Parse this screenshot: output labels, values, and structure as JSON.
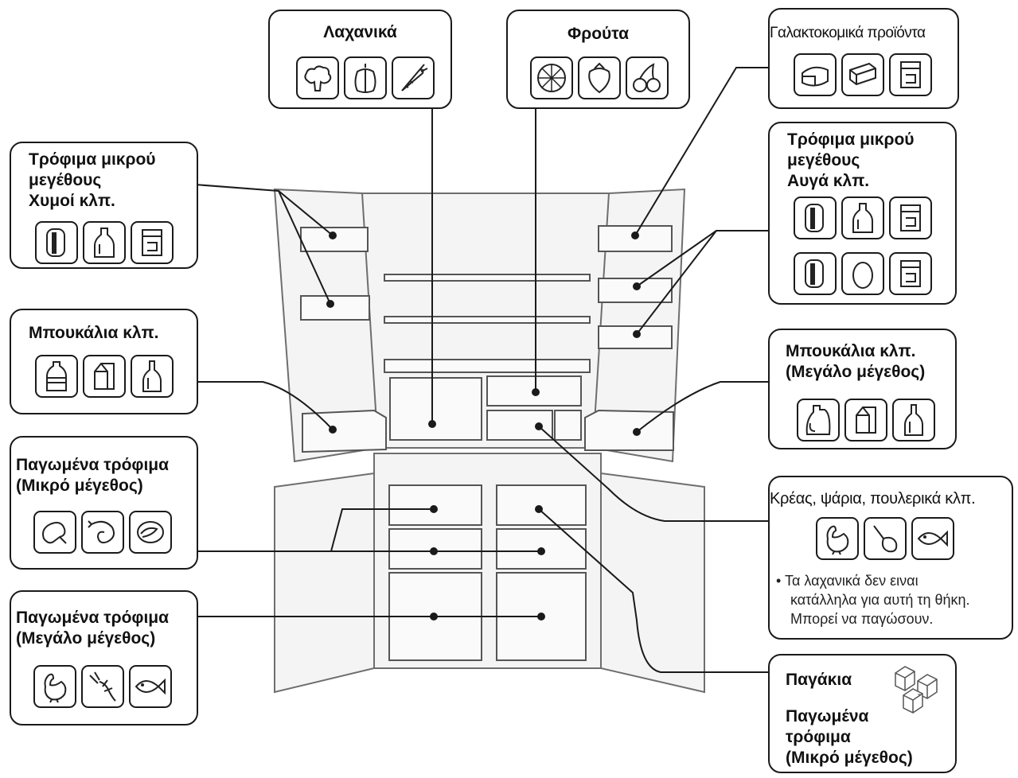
{
  "boxes": {
    "vegetables": {
      "title": "Λαχανικά",
      "icons": [
        "broccoli-icon",
        "pepper-icon",
        "carrot-icon"
      ]
    },
    "fruits": {
      "title": "Φρούτα",
      "icons": [
        "orange-slice-icon",
        "strawberry-icon",
        "cherries-icon"
      ]
    },
    "dairy": {
      "title": "Γαλακτοκομικά προϊόντα",
      "icons": [
        "cheese-icon",
        "butter-icon",
        "container-icon"
      ]
    },
    "small_food_left": {
      "title": "Τρόφιμα μικρού\nμεγέθους\nΧυμοί κλπ.",
      "icons": [
        "can-icon",
        "bottle-icon",
        "container-icon"
      ]
    },
    "small_food_right": {
      "title": "Τρόφιμα μικρού\nμεγέθους\nΑυγά κλπ.",
      "icons_row1": [
        "can-icon",
        "bottle-icon",
        "container-icon"
      ],
      "icons_row2": [
        "can-icon",
        "egg-icon",
        "container-icon"
      ]
    },
    "bottles_left": {
      "title": "Μπουκάλια κλπ.",
      "icons": [
        "plastic-bottle-icon",
        "milk-carton-icon",
        "wine-bottle-icon"
      ]
    },
    "bottles_right": {
      "title": "Μπουκάλια κλπ.\n(Μεγάλο μέγεθος)",
      "icons": [
        "jug-icon",
        "milk-carton-icon",
        "wine-bottle-icon"
      ]
    },
    "frozen_small": {
      "title": "Παγωμένα τρόφιμα\n(Μικρό μέγεθος)",
      "icons": [
        "chicken-leg-icon",
        "shrimp-icon",
        "fish-steak-icon"
      ]
    },
    "frozen_large": {
      "title": "Παγωμένα τρόφιμα\n(Μεγάλο μέγεθος)",
      "icons": [
        "chicken-icon",
        "lobster-icon",
        "fish-icon"
      ]
    },
    "meat": {
      "title": "Κρέας, ψάρια, πουλερικά κλπ.",
      "icons": [
        "chicken-icon",
        "drumstick-icon",
        "fish-icon"
      ],
      "note_lines": [
        "• Τα λαχανικά δεν ειναι",
        "κατάλληλα για αυτή τη θήκη.",
        "Μπορεί να παγώσουν."
      ]
    },
    "ice": {
      "title_1": "Παγάκια",
      "title_2": "Παγωμένα\nτρόφιμα\n(Μικρό μέγεθος)",
      "icons": [
        "ice-cubes-icon"
      ]
    }
  },
  "colors": {
    "line": "#1a1a1a",
    "fridge_fill": "#f4f4f4",
    "fridge_stroke": "#6e6e6e"
  }
}
